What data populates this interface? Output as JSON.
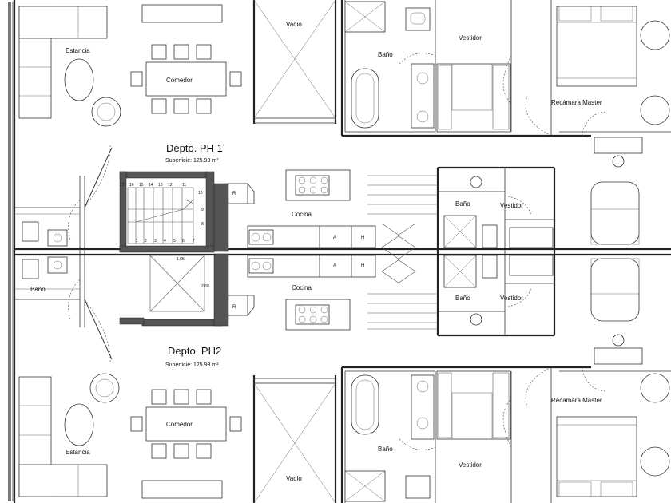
{
  "units": {
    "ph1": {
      "title": "Depto. PH 1",
      "area": "Superficie: 125.93 m²"
    },
    "ph2": {
      "title": "Depto. PH2",
      "area": "Superficie: 125.93 m²"
    }
  },
  "rooms": {
    "estancia": "Estancia",
    "comedor": "Comedor",
    "vacio": "Vacío",
    "bano": "Baño",
    "vestidor": "Vestidor",
    "recamara_master": "Recámara Master",
    "cocina": "Cocina"
  },
  "stairs": {
    "steps_upper": [
      "17",
      "16",
      "15",
      "14",
      "13",
      "12",
      "11",
      "10",
      "9",
      "8",
      "7",
      "6",
      "5",
      "4",
      "3",
      "2",
      "1"
    ],
    "dim_1": "1.95",
    "dim_2": "2.68"
  },
  "appliance_marks": {
    "refrigerator": "R",
    "washer": "A",
    "heater": "H"
  }
}
